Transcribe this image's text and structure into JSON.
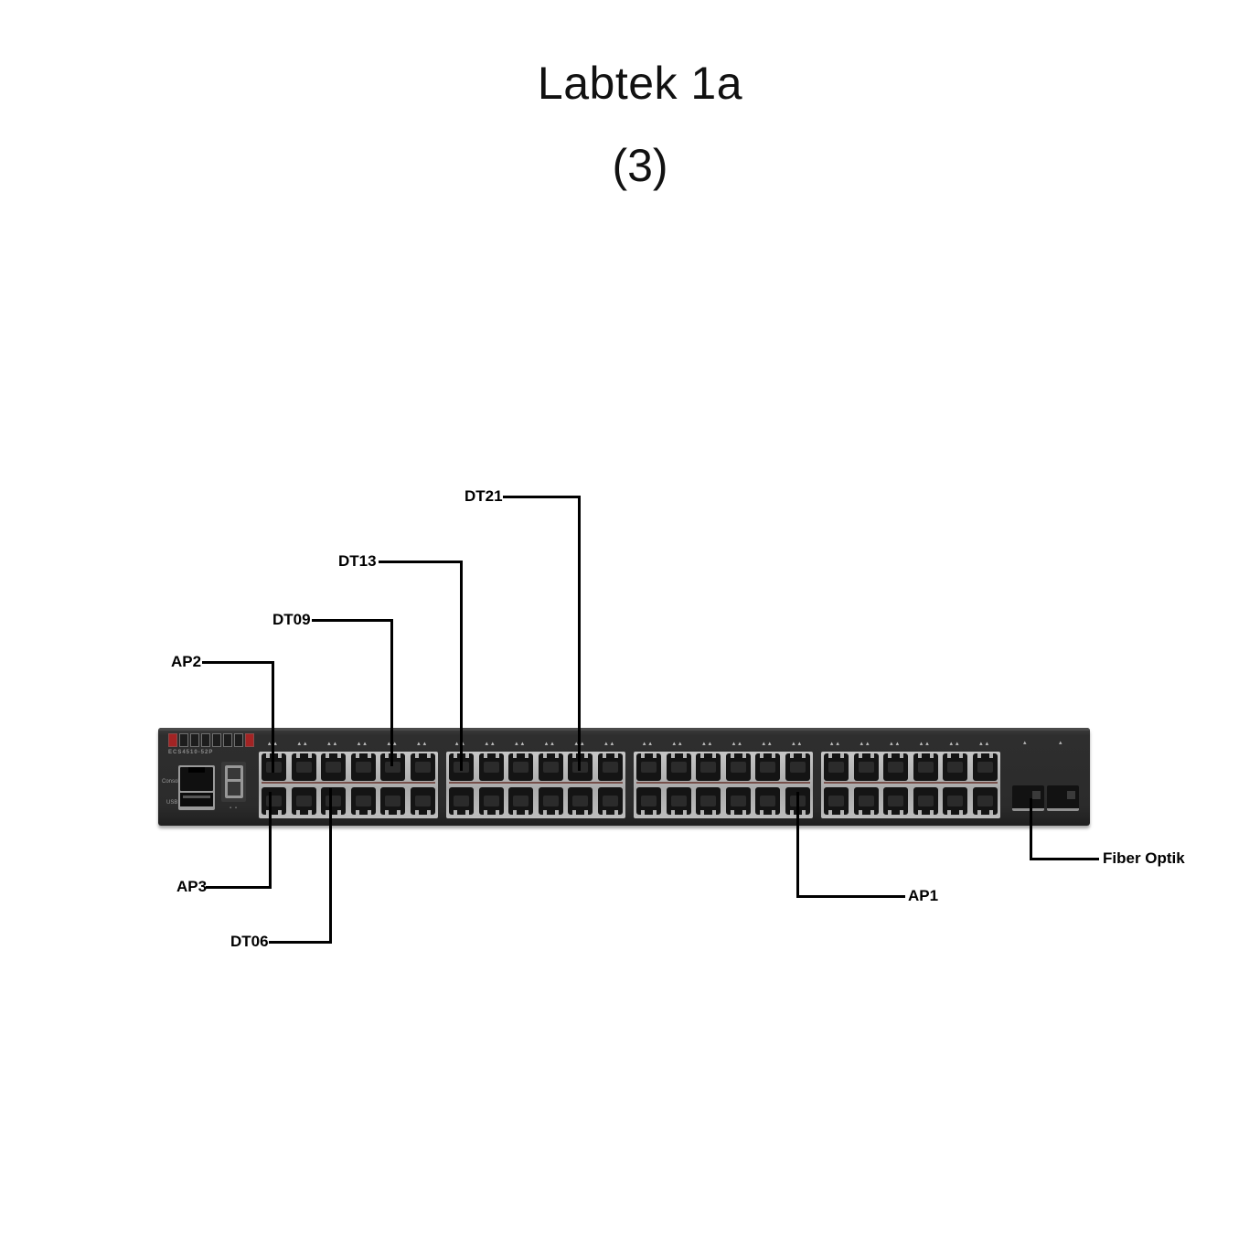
{
  "title": "Labtek 1a",
  "subtitle": "(3)",
  "switch": {
    "model": "ECS4510-52P",
    "console_label": "Console",
    "usb_label": "USB",
    "display_digit": "8",
    "num_port_banks": 4,
    "ports_per_bank": 12,
    "columns_per_bank": 6,
    "num_sfp_ports": 2,
    "port_mark_glyph": "▴▴",
    "sfp_mark_glyph": "▴",
    "seg_marks": "▪ ▪"
  },
  "annotations": [
    {
      "label": "DT21"
    },
    {
      "label": "DT13"
    },
    {
      "label": "DT09"
    },
    {
      "label": "AP2"
    },
    {
      "label": "AP3"
    },
    {
      "label": "DT06"
    },
    {
      "label": "AP1"
    },
    {
      "label": "Fiber Optik"
    }
  ],
  "colors": {
    "chassis": "#2b2b2b",
    "port_frame": "#b4b4b4",
    "port": "#141414",
    "led_red": "#a32424",
    "annotation_line": "#000000"
  }
}
